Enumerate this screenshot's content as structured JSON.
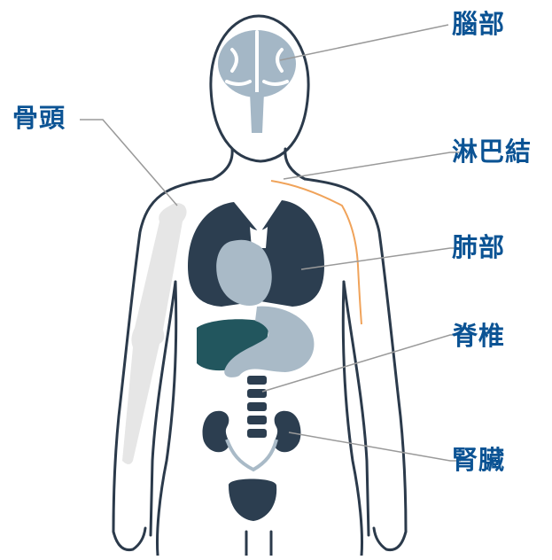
{
  "labels": {
    "brain": "腦部",
    "bone": "骨頭",
    "lymph": "淋巴結",
    "lung": "肺部",
    "spine": "脊椎",
    "kidney": "腎臟"
  },
  "colors": {
    "label_text": "#0b5394",
    "outline": "#2b3a4b",
    "leader_line": "#9a9a9a",
    "brain": "#a4b7c6",
    "lungs": "#2c3e50",
    "heart_stomach": "#a9bac7",
    "liver": "#22565e",
    "spine": "#2c3e50",
    "kidneys": "#2c3e50",
    "ureters": "#a9bac7",
    "bladder": "#2c3e50",
    "bone": "#e6e6e6",
    "lymph_vessel": "#f0a35a"
  }
}
